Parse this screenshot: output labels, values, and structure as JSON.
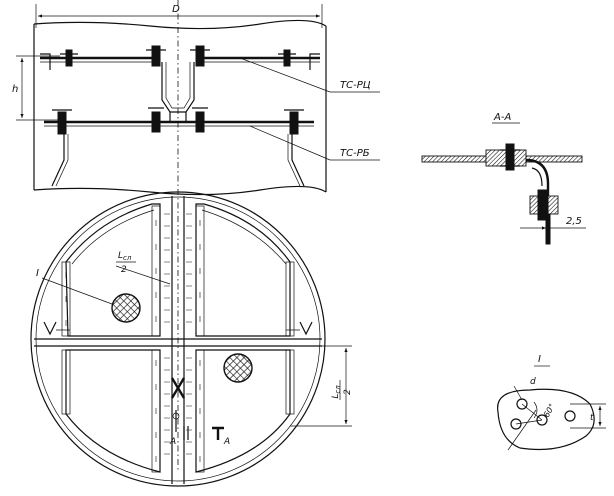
{
  "labels": {
    "dimension_d": "D",
    "dimension_h": "h",
    "tray_upper": "ТС-РЦ",
    "tray_lower": "ТС-РБ",
    "section_title": "А-А",
    "section_dim": "2,5",
    "detail_mark": "I",
    "chord_top_num": "L",
    "chord_top_sub": "сл",
    "chord_top_den": "2",
    "chord_side_num": "L",
    "chord_side_sub": "сл",
    "chord_side_den": "2",
    "cut_a_left": "А",
    "cut_a_right": "А",
    "detail_title": "I",
    "detail_d": "d",
    "detail_angle": "60°",
    "detail_t": "t"
  }
}
